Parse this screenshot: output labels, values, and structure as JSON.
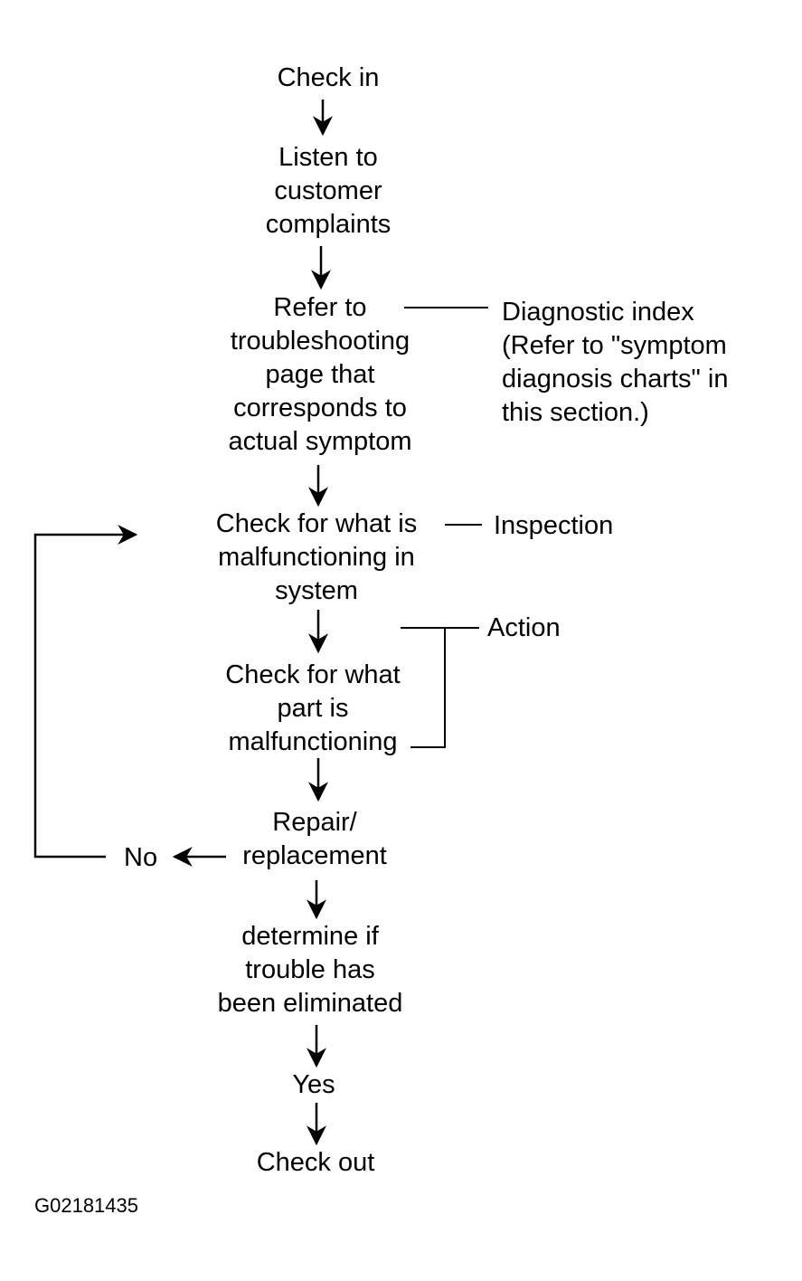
{
  "flow": {
    "check_in": "Check in",
    "listen": "Listen to\ncustomer\ncomplaints",
    "refer": "Refer to\ntroubleshooting\npage that\ncorresponds to\nactual symptom",
    "diagnostic_index": "Diagnostic index\n(Refer to \"symptom\ndiagnosis charts\" in\nthis section.)",
    "check_system": "Check for what is\nmalfunctioning in\nsystem",
    "inspection": "Inspection",
    "action": "Action",
    "check_part": "Check for what\npart is\nmalfunctioning",
    "repair": "Repair/\nreplacement",
    "no": "No",
    "determine": "determine if\ntrouble has\nbeen eliminated",
    "yes": "Yes",
    "check_out": "Check out"
  },
  "figure_code": "G02181435"
}
